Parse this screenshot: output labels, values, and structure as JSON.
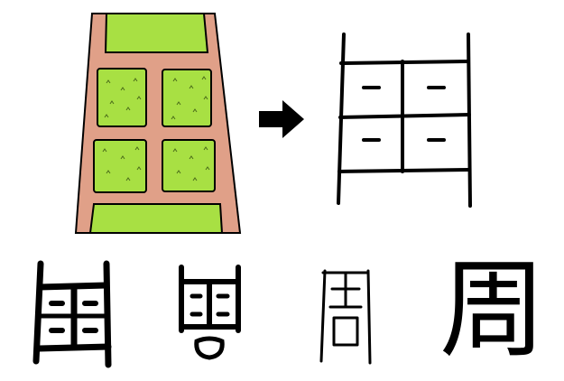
{
  "scene": {
    "field_road_color": "#e0a088",
    "grass_color": "#a8e043",
    "outline_color": "#000000",
    "arrow_icon": "right-arrow-icon"
  },
  "evolution": {
    "glyphs": [
      {
        "char": "",
        "stage": "early-bronze"
      },
      {
        "char": "",
        "stage": "bronze"
      },
      {
        "char": "",
        "stage": "seal"
      },
      {
        "char": "周",
        "stage": "modern"
      }
    ]
  }
}
